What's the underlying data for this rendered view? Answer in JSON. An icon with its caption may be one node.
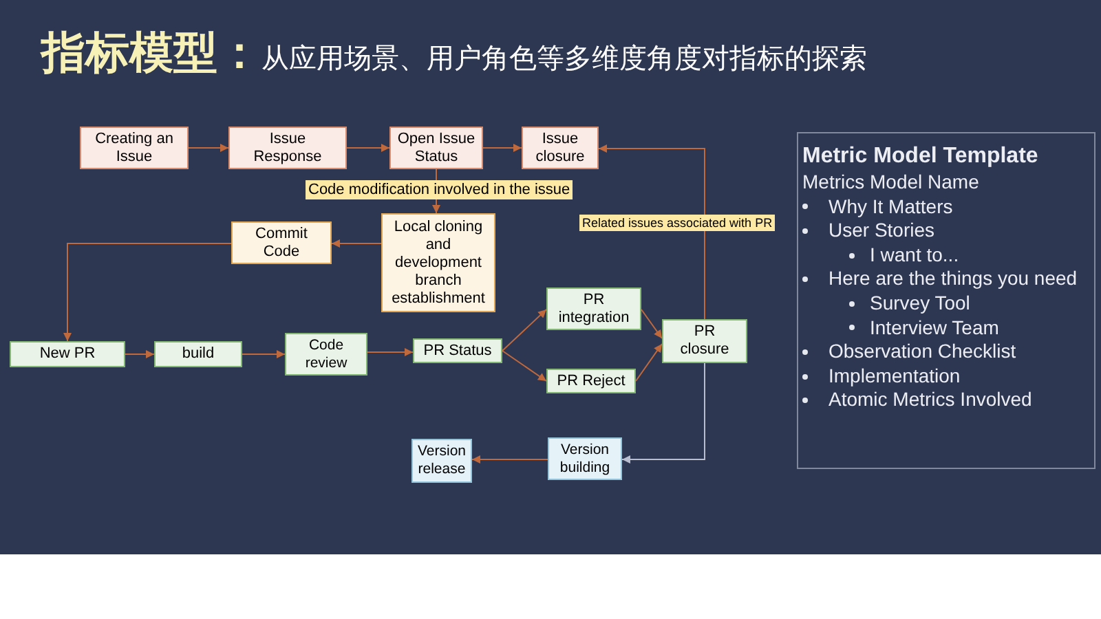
{
  "diagram": {
    "title": "**指标模型：**从应用场景、用户角色等多维度角度对指标的探索",
    "nodes": [
      {
        "text": [
          "Creating an Issue"
        ]
      },
      {
        "text": [
          "Issue Response"
        ]
      },
      {
        "text": [
          "Open Issue Status"
        ]
      },
      {
        "text": [
          "Issue closure"
        ]
      },
      {
        "text": [
          "Local cloning and development branch establishment"
        ]
      },
      {
        "text": [
          "Commit Code"
        ]
      },
      {
        "text": [
          "New PR"
        ]
      },
      {
        "text": [
          "build"
        ]
      },
      {
        "text": [
          "Code review"
        ]
      },
      {
        "text": [
          "PR Status"
        ]
      },
      {
        "text": [
          "PR integration"
        ]
      },
      {
        "text": [
          "PR Reject"
        ]
      },
      {
        "text": [
          "PR closure"
        ]
      },
      {
        "text": [
          "Version building"
        ]
      },
      {
        "text": [
          "Version release"
        ]
      },
      {
        "text": [
          "Metric Model Template",
          "Metrics Model Name",
          "Why It Matters",
          "User Stories",
          "I want to...",
          "Here are the things you need",
          "Survey Tool",
          "Interview Team",
          "Observation Checklist",
          "Implementation",
          "Atomic Metrics Involved"
        ]
      }
    ],
    "edges": [
      {
        "from": 0,
        "to": 1,
        "arrow": "to"
      },
      {
        "from": 1,
        "to": 2,
        "arrow": "to"
      },
      {
        "from": 2,
        "to": 3,
        "arrow": "to"
      },
      {
        "from": 2,
        "to": 4,
        "arrow": "to",
        "label": "Code modification involved in the issue"
      },
      {
        "from": 4,
        "to": 5,
        "arrow": "to"
      },
      {
        "from": 5,
        "to": 6,
        "arrow": "to"
      },
      {
        "from": 6,
        "to": 7,
        "arrow": "to"
      },
      {
        "from": 7,
        "to": 8,
        "arrow": "to"
      },
      {
        "from": 8,
        "to": 9,
        "arrow": "to"
      },
      {
        "from": 9,
        "to": 10,
        "arrow": "to"
      },
      {
        "from": 9,
        "to": 11,
        "arrow": "to"
      },
      {
        "from": 10,
        "to": 12,
        "arrow": "to"
      },
      {
        "from": 11,
        "to": 12,
        "arrow": "to"
      },
      {
        "from": 12,
        "to": 3,
        "arrow": "to",
        "label": "Related issues associated with PR"
      },
      {
        "from": 12,
        "to": 13,
        "arrow": "to",
        "color": "#b9bdd0"
      },
      {
        "from": 13,
        "to": 14,
        "arrow": "to"
      }
    ]
  }
}
